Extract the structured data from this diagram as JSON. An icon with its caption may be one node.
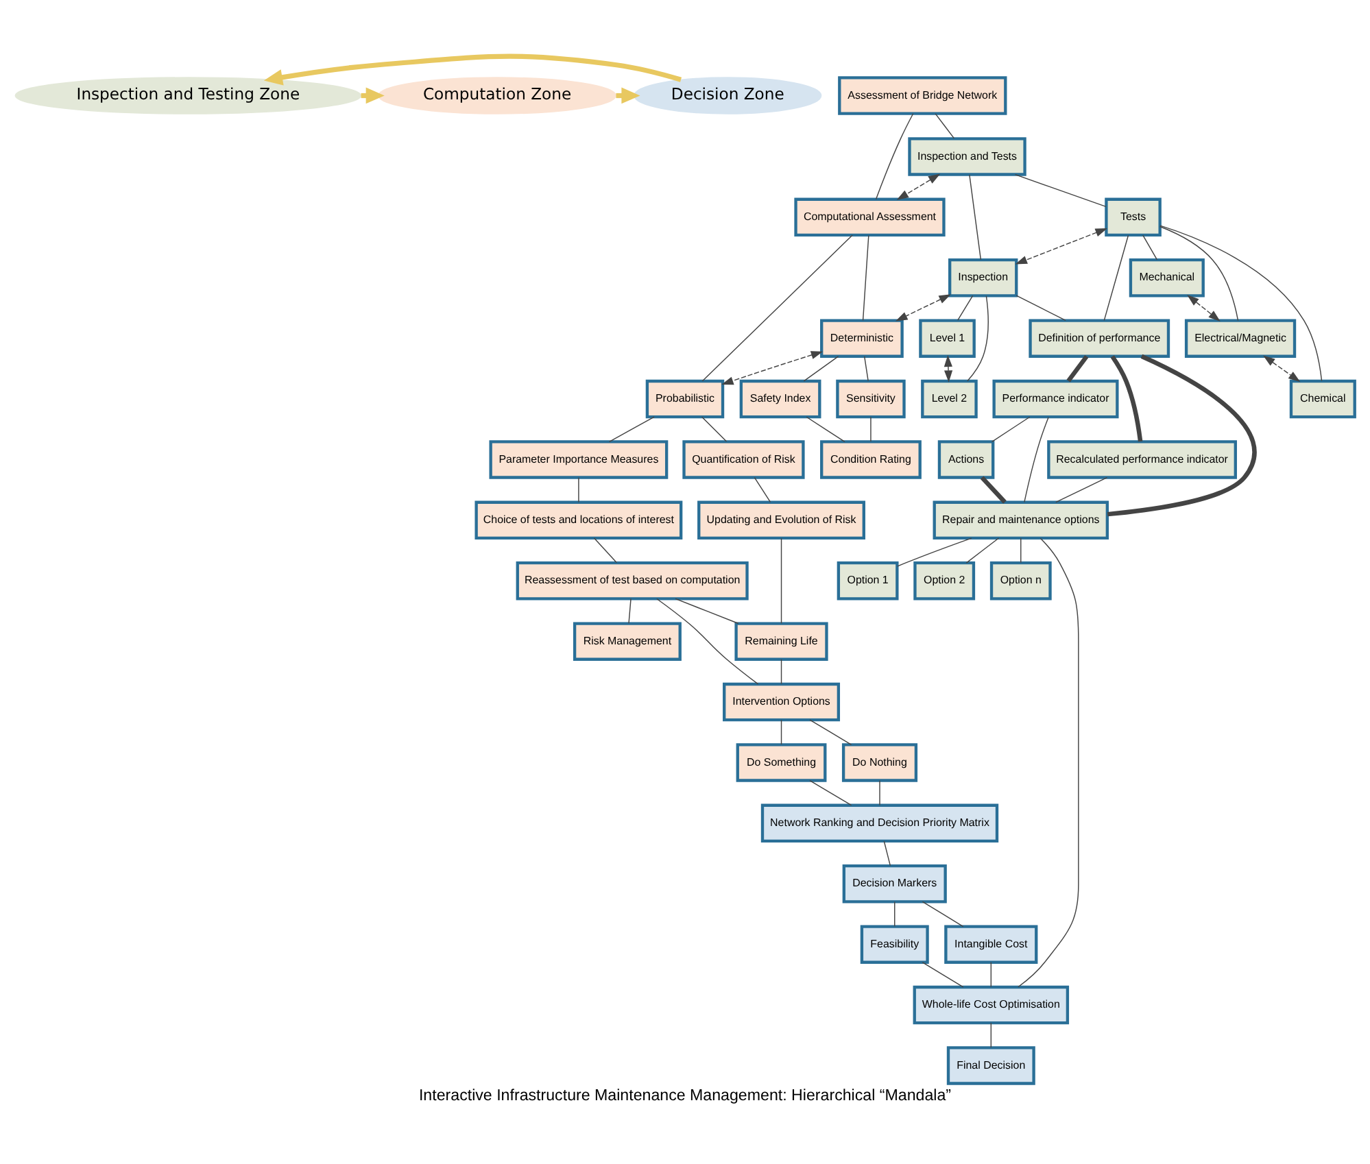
{
  "diagram": {
    "caption": "Interactive Infrastructure Maintenance Management: Hierarchical “Mandala”",
    "nodes": [
      {
        "text": [
          "Inspection and Testing Zone"
        ]
      },
      {
        "text": [
          "Computation Zone"
        ]
      },
      {
        "text": [
          "Decision Zone"
        ]
      },
      {
        "text": [
          "Assessment of Bridge Network"
        ]
      },
      {
        "text": [
          "Inspection and Tests"
        ]
      },
      {
        "text": [
          "Computational Assessment"
        ]
      },
      {
        "text": [
          "Tests"
        ]
      },
      {
        "text": [
          "Inspection"
        ]
      },
      {
        "text": [
          "Deterministic"
        ]
      },
      {
        "text": [
          "Probabilistic"
        ]
      },
      {
        "text": [
          "Mechanical"
        ]
      },
      {
        "text": [
          "Level 1"
        ]
      },
      {
        "text": [
          "Electrical/Magnetic"
        ]
      },
      {
        "text": [
          "Level 2"
        ]
      },
      {
        "text": [
          "Chemical"
        ]
      },
      {
        "text": [
          "Definition of performance"
        ]
      },
      {
        "text": [
          "Safety Index"
        ]
      },
      {
        "text": [
          "Sensitivity"
        ]
      },
      {
        "text": [
          "Parameter Importance Measures"
        ]
      },
      {
        "text": [
          "Choice of tests and locations of interest"
        ]
      },
      {
        "text": [
          "Condition Rating"
        ]
      },
      {
        "text": [
          "Quantification of Risk"
        ]
      },
      {
        "text": [
          "Performance indicator"
        ]
      },
      {
        "text": [
          "Reassessment of test based on computation"
        ]
      },
      {
        "text": [
          "Updating and Evolution of Risk"
        ]
      },
      {
        "text": [
          "Actions"
        ]
      },
      {
        "text": [
          "Recalculated performance indicator"
        ]
      },
      {
        "text": [
          "Repair and maintenance options"
        ]
      },
      {
        "text": [
          "Risk Management"
        ]
      },
      {
        "text": [
          "Remaining Life"
        ]
      },
      {
        "text": [
          "Intervention Options"
        ]
      },
      {
        "text": [
          "Do Something"
        ]
      },
      {
        "text": [
          "Do Nothing"
        ]
      },
      {
        "text": [
          "Network Ranking and Decision Priority Matrix"
        ]
      },
      {
        "text": [
          "Option 1"
        ]
      },
      {
        "text": [
          "Option 2"
        ]
      },
      {
        "text": [
          "Option n"
        ]
      },
      {
        "text": [
          "Decision Markers"
        ]
      },
      {
        "text": [
          "Feasibility"
        ]
      },
      {
        "text": [
          "Intangible Cost"
        ]
      },
      {
        "text": [
          "Whole-life Cost Optimisation"
        ]
      },
      {
        "text": [
          "Final Decision"
        ]
      }
    ],
    "edges": [
      {
        "from": 0,
        "to": 1,
        "arrow": "to",
        "style": "thick",
        "color": "#e8c860"
      },
      {
        "from": 1,
        "to": 2,
        "arrow": "to",
        "style": "thick",
        "color": "#e8c860"
      },
      {
        "from": 2,
        "to": 0,
        "arrow": "to",
        "style": "thick",
        "color": "#e8c860"
      },
      {
        "from": 3,
        "to": 4,
        "arrow": "none"
      },
      {
        "from": 3,
        "to": 5,
        "arrow": "none"
      },
      {
        "from": 4,
        "to": 5,
        "arrow": "both",
        "style": "dashed"
      },
      {
        "from": 4,
        "to": 6,
        "arrow": "none"
      },
      {
        "from": 4,
        "to": 7,
        "arrow": "none"
      },
      {
        "from": 6,
        "to": 7,
        "arrow": "both",
        "style": "dashed"
      },
      {
        "from": 7,
        "to": 8,
        "arrow": "both",
        "style": "dashed"
      },
      {
        "from": 5,
        "to": 8,
        "arrow": "none"
      },
      {
        "from": 5,
        "to": 9,
        "arrow": "none"
      },
      {
        "from": 8,
        "to": 9,
        "arrow": "both",
        "style": "dashed"
      },
      {
        "from": 6,
        "to": 10,
        "arrow": "none"
      },
      {
        "from": 6,
        "to": 12,
        "arrow": "none"
      },
      {
        "from": 6,
        "to": 14,
        "arrow": "none"
      },
      {
        "from": 10,
        "to": 12,
        "arrow": "both",
        "style": "dashed"
      },
      {
        "from": 12,
        "to": 14,
        "arrow": "both",
        "style": "dashed"
      },
      {
        "from": 7,
        "to": 11,
        "arrow": "none"
      },
      {
        "from": 7,
        "to": 13,
        "arrow": "none"
      },
      {
        "from": 11,
        "to": 13,
        "arrow": "both",
        "style": "dashed"
      },
      {
        "from": 6,
        "to": 15,
        "arrow": "none"
      },
      {
        "from": 7,
        "to": 15,
        "arrow": "none"
      },
      {
        "from": 8,
        "to": 16,
        "arrow": "none"
      },
      {
        "from": 8,
        "to": 17,
        "arrow": "none"
      },
      {
        "from": 16,
        "to": 20,
        "arrow": "none"
      },
      {
        "from": 17,
        "to": 20,
        "arrow": "none"
      },
      {
        "from": 9,
        "to": 18,
        "arrow": "none"
      },
      {
        "from": 9,
        "to": 21,
        "arrow": "none"
      },
      {
        "from": 18,
        "to": 19,
        "arrow": "none"
      },
      {
        "from": 19,
        "to": 23,
        "arrow": "none"
      },
      {
        "from": 21,
        "to": 24,
        "arrow": "none"
      },
      {
        "from": 15,
        "to": 22,
        "arrow": "none",
        "style": "thick"
      },
      {
        "from": 15,
        "to": 26,
        "arrow": "none",
        "style": "thick"
      },
      {
        "from": 15,
        "to": 27,
        "arrow": "none",
        "style": "thick"
      },
      {
        "from": 22,
        "to": 25,
        "arrow": "none"
      },
      {
        "from": 22,
        "to": 27,
        "arrow": "none"
      },
      {
        "from": 25,
        "to": 27,
        "arrow": "none",
        "style": "thick"
      },
      {
        "from": 26,
        "to": 27,
        "arrow": "none"
      },
      {
        "from": 23,
        "to": 28,
        "arrow": "none"
      },
      {
        "from": 23,
        "to": 29,
        "arrow": "none"
      },
      {
        "from": 23,
        "to": 30,
        "arrow": "none"
      },
      {
        "from": 24,
        "to": 29,
        "arrow": "none"
      },
      {
        "from": 29,
        "to": 30,
        "arrow": "none"
      },
      {
        "from": 30,
        "to": 31,
        "arrow": "none"
      },
      {
        "from": 30,
        "to": 32,
        "arrow": "none"
      },
      {
        "from": 31,
        "to": 33,
        "arrow": "none"
      },
      {
        "from": 32,
        "to": 33,
        "arrow": "none"
      },
      {
        "from": 27,
        "to": 34,
        "arrow": "none"
      },
      {
        "from": 27,
        "to": 35,
        "arrow": "none"
      },
      {
        "from": 27,
        "to": 36,
        "arrow": "none"
      },
      {
        "from": 33,
        "to": 37,
        "arrow": "none"
      },
      {
        "from": 37,
        "to": 38,
        "arrow": "none"
      },
      {
        "from": 37,
        "to": 39,
        "arrow": "none"
      },
      {
        "from": 38,
        "to": 40,
        "arrow": "none"
      },
      {
        "from": 39,
        "to": 40,
        "arrow": "none"
      },
      {
        "from": 27,
        "to": 40,
        "arrow": "none"
      },
      {
        "from": 40,
        "to": 41,
        "arrow": "none"
      }
    ]
  }
}
